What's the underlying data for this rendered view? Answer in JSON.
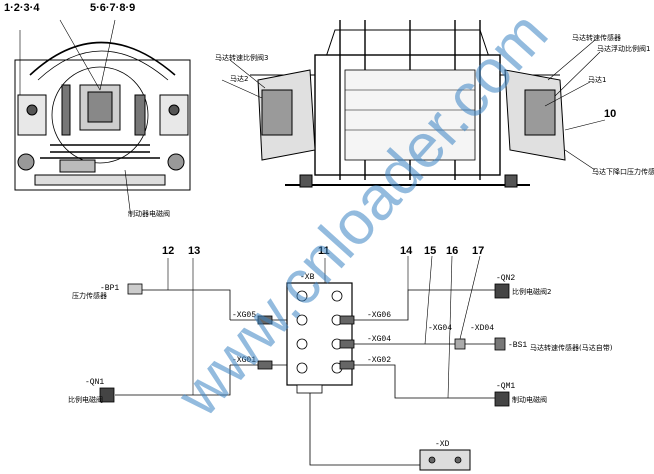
{
  "callouts_top": {
    "left_group": "1·2·3·4",
    "right_group": "5·6·7·8·9",
    "ten": "10"
  },
  "top_labels": {
    "brake_valve": "制动器电磁阀",
    "motor_speed_prop_valve3": "马达转速比例阀3",
    "motor2": "马达2",
    "motor_speed_sensor": "马达转速传感器",
    "motor_float_prop_valve1": "马达浮动比例阀1",
    "motor1": "马达1",
    "motor_drop_pressure_sensor": "马达下降口压力传感器"
  },
  "callouts_bottom": [
    "12",
    "13",
    "11",
    "14",
    "15",
    "16",
    "17"
  ],
  "tags": {
    "bp1": "-BP1",
    "xb": "-XB",
    "xg05": "-XG05",
    "xg01": "-XG01",
    "xg06": "-XG06",
    "xg04a": "-XG04",
    "xg04b": "-XG04",
    "xd04": "-XD04",
    "xg02": "-XG02",
    "qn2": "-QN2",
    "bs1": "-BS1",
    "qm1": "-QM1",
    "qn1": "-QN1",
    "xd": "-XD"
  },
  "bottom_labels": {
    "pressure_sensor": "压力传感器",
    "prop_valve2": "比例电磁阀2",
    "motor_speed_sensor_self": "马达转速传感器(马达自带)",
    "brake_solenoid": "制动电磁阀",
    "prop_valve": "比例电磁阀"
  },
  "watermark": "www.cnloader.com"
}
